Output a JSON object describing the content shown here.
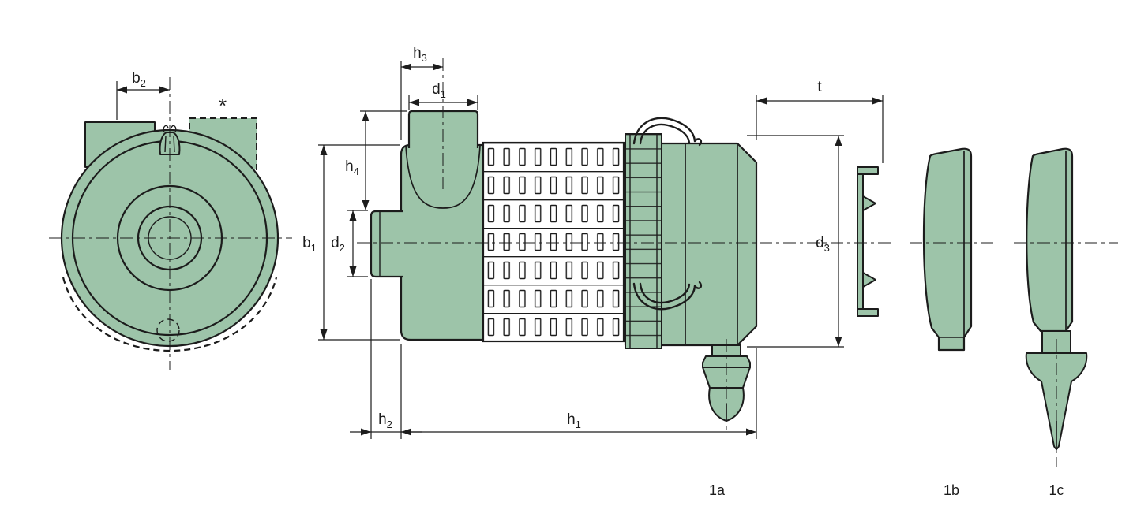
{
  "drawing": {
    "kind": "technical-drawing-air-filter",
    "colors": {
      "part_fill": "#9dc4a9",
      "line": "#1c1c1c",
      "background": "#ffffff",
      "mesh_fill": "#ffffff"
    },
    "dimensions": {
      "b1": {
        "base": "b",
        "sub": "1"
      },
      "b2": {
        "base": "b",
        "sub": "2"
      },
      "d1": {
        "base": "d",
        "sub": "1"
      },
      "d2": {
        "base": "d",
        "sub": "2"
      },
      "d3": {
        "base": "d",
        "sub": "3"
      },
      "h1": {
        "base": "h",
        "sub": "1"
      },
      "h2": {
        "base": "h",
        "sub": "2"
      },
      "h3": {
        "base": "h",
        "sub": "3"
      },
      "h4": {
        "base": "h",
        "sub": "4"
      },
      "t": {
        "base": "t",
        "sub": ""
      }
    },
    "annotations": {
      "asterisk": "*"
    },
    "view_labels": {
      "main": "1a",
      "detail_b": "1b",
      "detail_c": "1c"
    }
  }
}
